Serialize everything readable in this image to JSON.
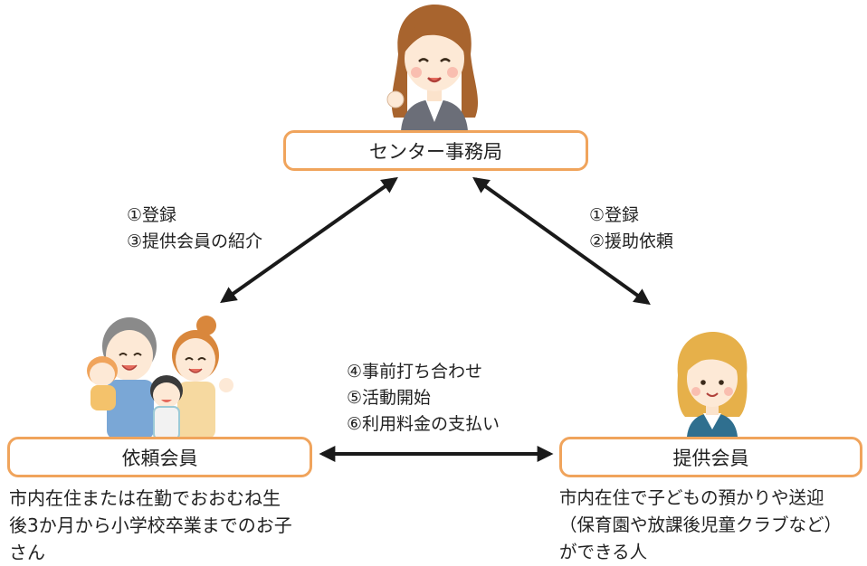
{
  "center": {
    "label": "センター事務局"
  },
  "left_member": {
    "label": "依頼会員",
    "description": [
      "市内在住または在勤でおおむね生",
      "後3か月から小学校卒業までのお子",
      "さん"
    ]
  },
  "right_member": {
    "label": "提供会員",
    "description": [
      "市内在住で子どもの預かりや送迎",
      "（保育園や放課後児童クラブなど）",
      "ができる人"
    ]
  },
  "left_arrow_steps": [
    "①登録",
    "③提供会員の紹介"
  ],
  "right_arrow_steps": [
    "①登録",
    "②援助依頼"
  ],
  "bottom_arrow_steps": [
    "④事前打ち合わせ",
    "⑤活動開始",
    "⑥利用料金の支払い"
  ],
  "colors": {
    "box_border": "#f0a45c",
    "arrow": "#1a1a1a"
  }
}
